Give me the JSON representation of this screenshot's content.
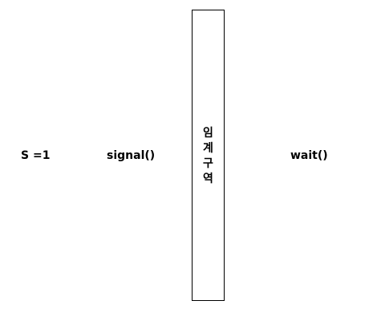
{
  "semaphore": {
    "label": "S =1"
  },
  "operations": {
    "signal": "signal()",
    "wait": "wait()"
  },
  "critical_section": {
    "chars": [
      "임",
      "계",
      "구",
      "역"
    ]
  },
  "colors": {
    "stroke": "#000000",
    "background": "#ffffff"
  }
}
